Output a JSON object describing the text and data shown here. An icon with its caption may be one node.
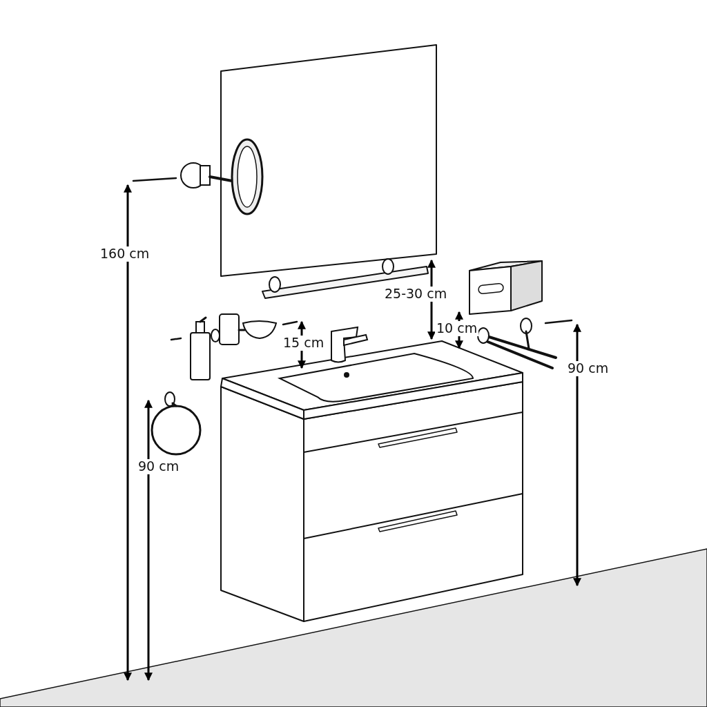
{
  "diagram": {
    "labels": [
      "160 cm",
      "25-30 cm",
      "15 cm",
      "10 cm",
      "90 cm",
      "90 cm"
    ]
  }
}
